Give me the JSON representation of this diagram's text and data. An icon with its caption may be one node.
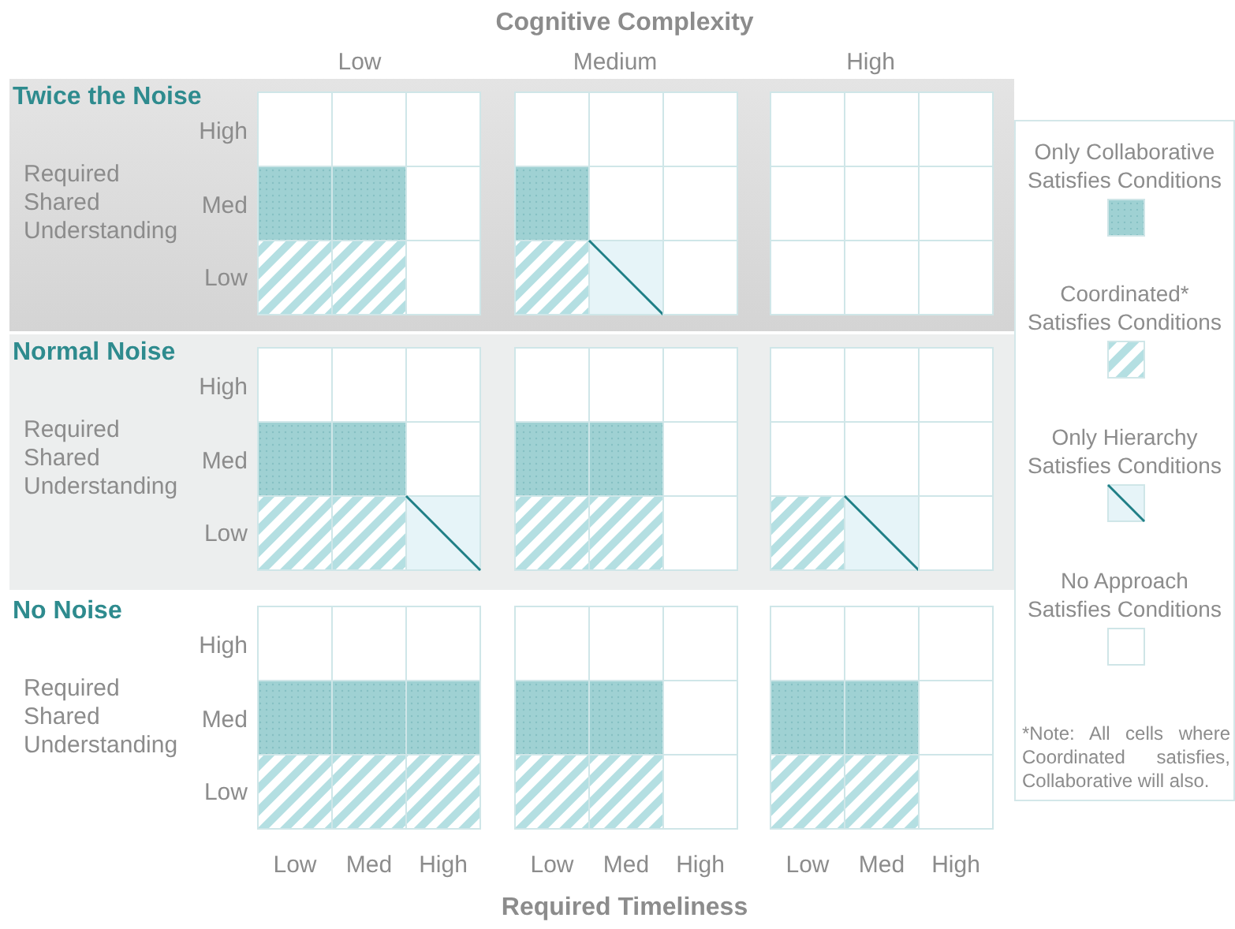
{
  "diagram": {
    "labels": [
      "Cognitive Complexity",
      "Low",
      "Medium",
      "High",
      "Twice the Noise",
      "High",
      "Required Shared Understanding",
      "Med",
      "Low",
      "Normal Noise",
      "High",
      "Required Shared Understanding",
      "Med",
      "Low",
      "No Noise",
      "High",
      "Required Shared Understanding",
      "Med",
      "Low",
      "Low",
      "Med",
      "High",
      "Low",
      "Med",
      "High",
      "Low",
      "Med",
      "High",
      "Required Timeliness",
      "*Note: All cells where Coordinated satisfies, Collaborative will also."
    ],
    "legend": [
      {
        "text": "Only Collaborative Satisfies Conditions",
        "color": "#9fd1d3"
      },
      {
        "text": "Coordinated* Satisfies Conditions"
      },
      {
        "text": "Only Hierarchy Satisfies Conditions"
      },
      {
        "text": "No Approach Satisfies Conditions",
        "color": "#ffffff"
      }
    ]
  }
}
